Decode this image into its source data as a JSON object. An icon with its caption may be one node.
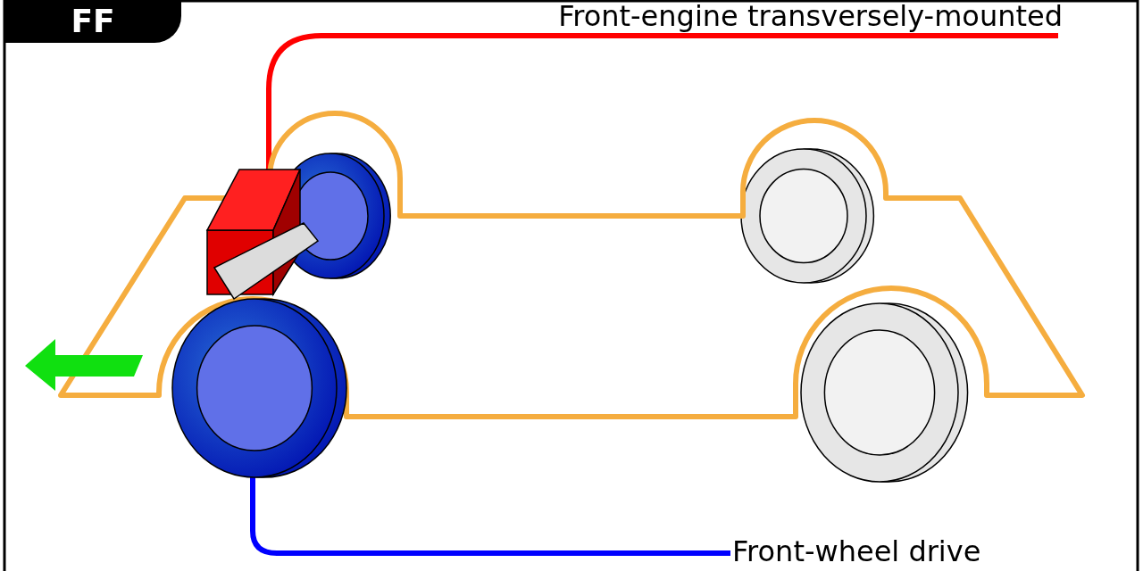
{
  "diagram": {
    "nodes": [
      {
        "text": [
          "Front-engine transversely-mounted"
        ]
      },
      {
        "text": [],
        "shape": "picture"
      },
      {
        "text": [
          "Front-wheel drive"
        ]
      },
      {
        "text": [],
        "shape": "picture"
      }
    ],
    "edges": [
      {
        "from": 0,
        "to": 1,
        "arrow": "none",
        "color": "#ff0000"
      },
      {
        "from": 2,
        "to": 3,
        "arrow": "none",
        "color": "#0000ff"
      }
    ],
    "labels": [
      "FF"
    ]
  }
}
